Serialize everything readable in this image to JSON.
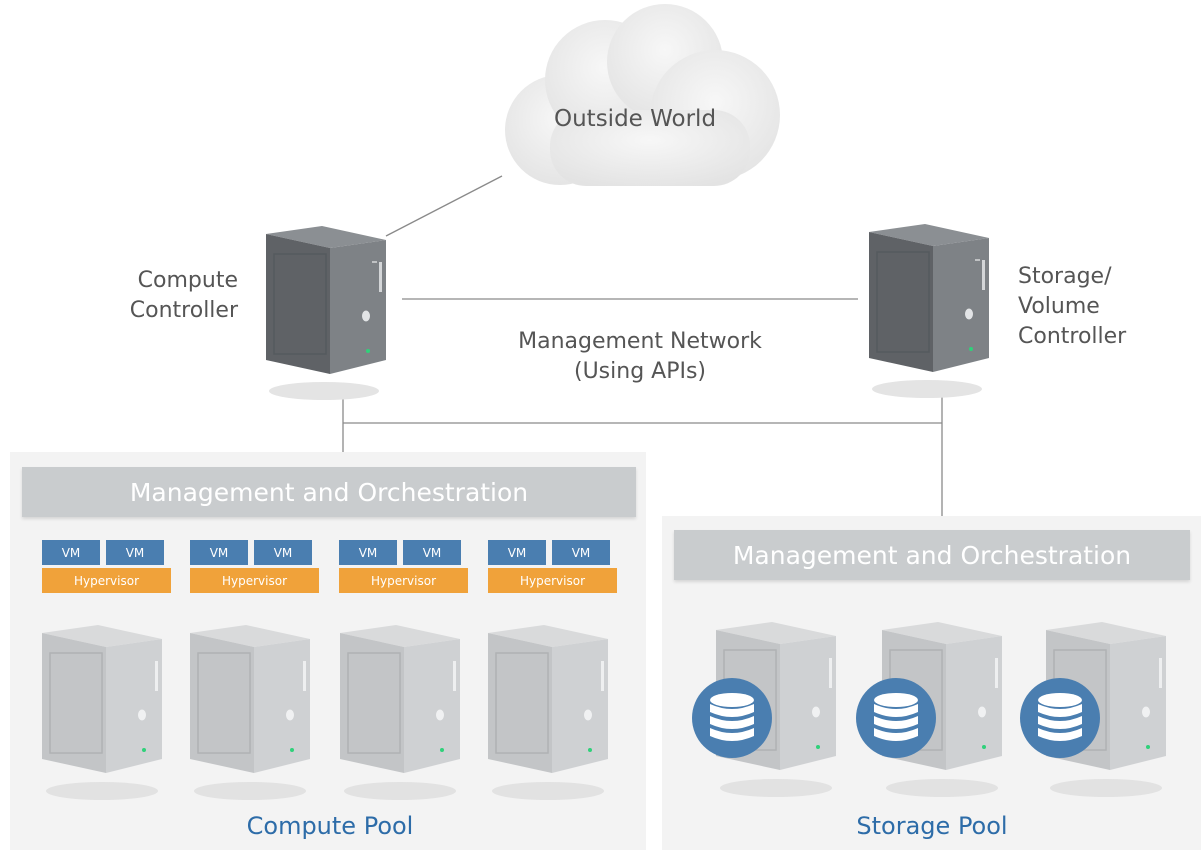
{
  "diagram": {
    "outside_world": "Outside World",
    "compute_controller": [
      "Compute",
      "Controller"
    ],
    "storage_controller": [
      "Storage/",
      "Volume",
      "Controller"
    ],
    "management_network": [
      "Management Network",
      "(Using APIs)"
    ],
    "compute_pool": {
      "title": "Management and Orchestration",
      "label": "Compute Pool",
      "nodes": [
        {
          "vm_labels": [
            "VM",
            "VM"
          ],
          "hypervisor": "Hypervisor"
        },
        {
          "vm_labels": [
            "VM",
            "VM"
          ],
          "hypervisor": "Hypervisor"
        },
        {
          "vm_labels": [
            "VM",
            "VM"
          ],
          "hypervisor": "Hypervisor"
        },
        {
          "vm_labels": [
            "VM",
            "VM"
          ],
          "hypervisor": "Hypervisor"
        }
      ]
    },
    "storage_pool": {
      "title": "Management and Orchestration",
      "label": "Storage Pool"
    }
  },
  "colors": {
    "vm": "#4a7eb0",
    "hypervisor": "#f0a23a",
    "pool_label": "#2d6ca8",
    "database_icon": "#4a7eb0"
  }
}
